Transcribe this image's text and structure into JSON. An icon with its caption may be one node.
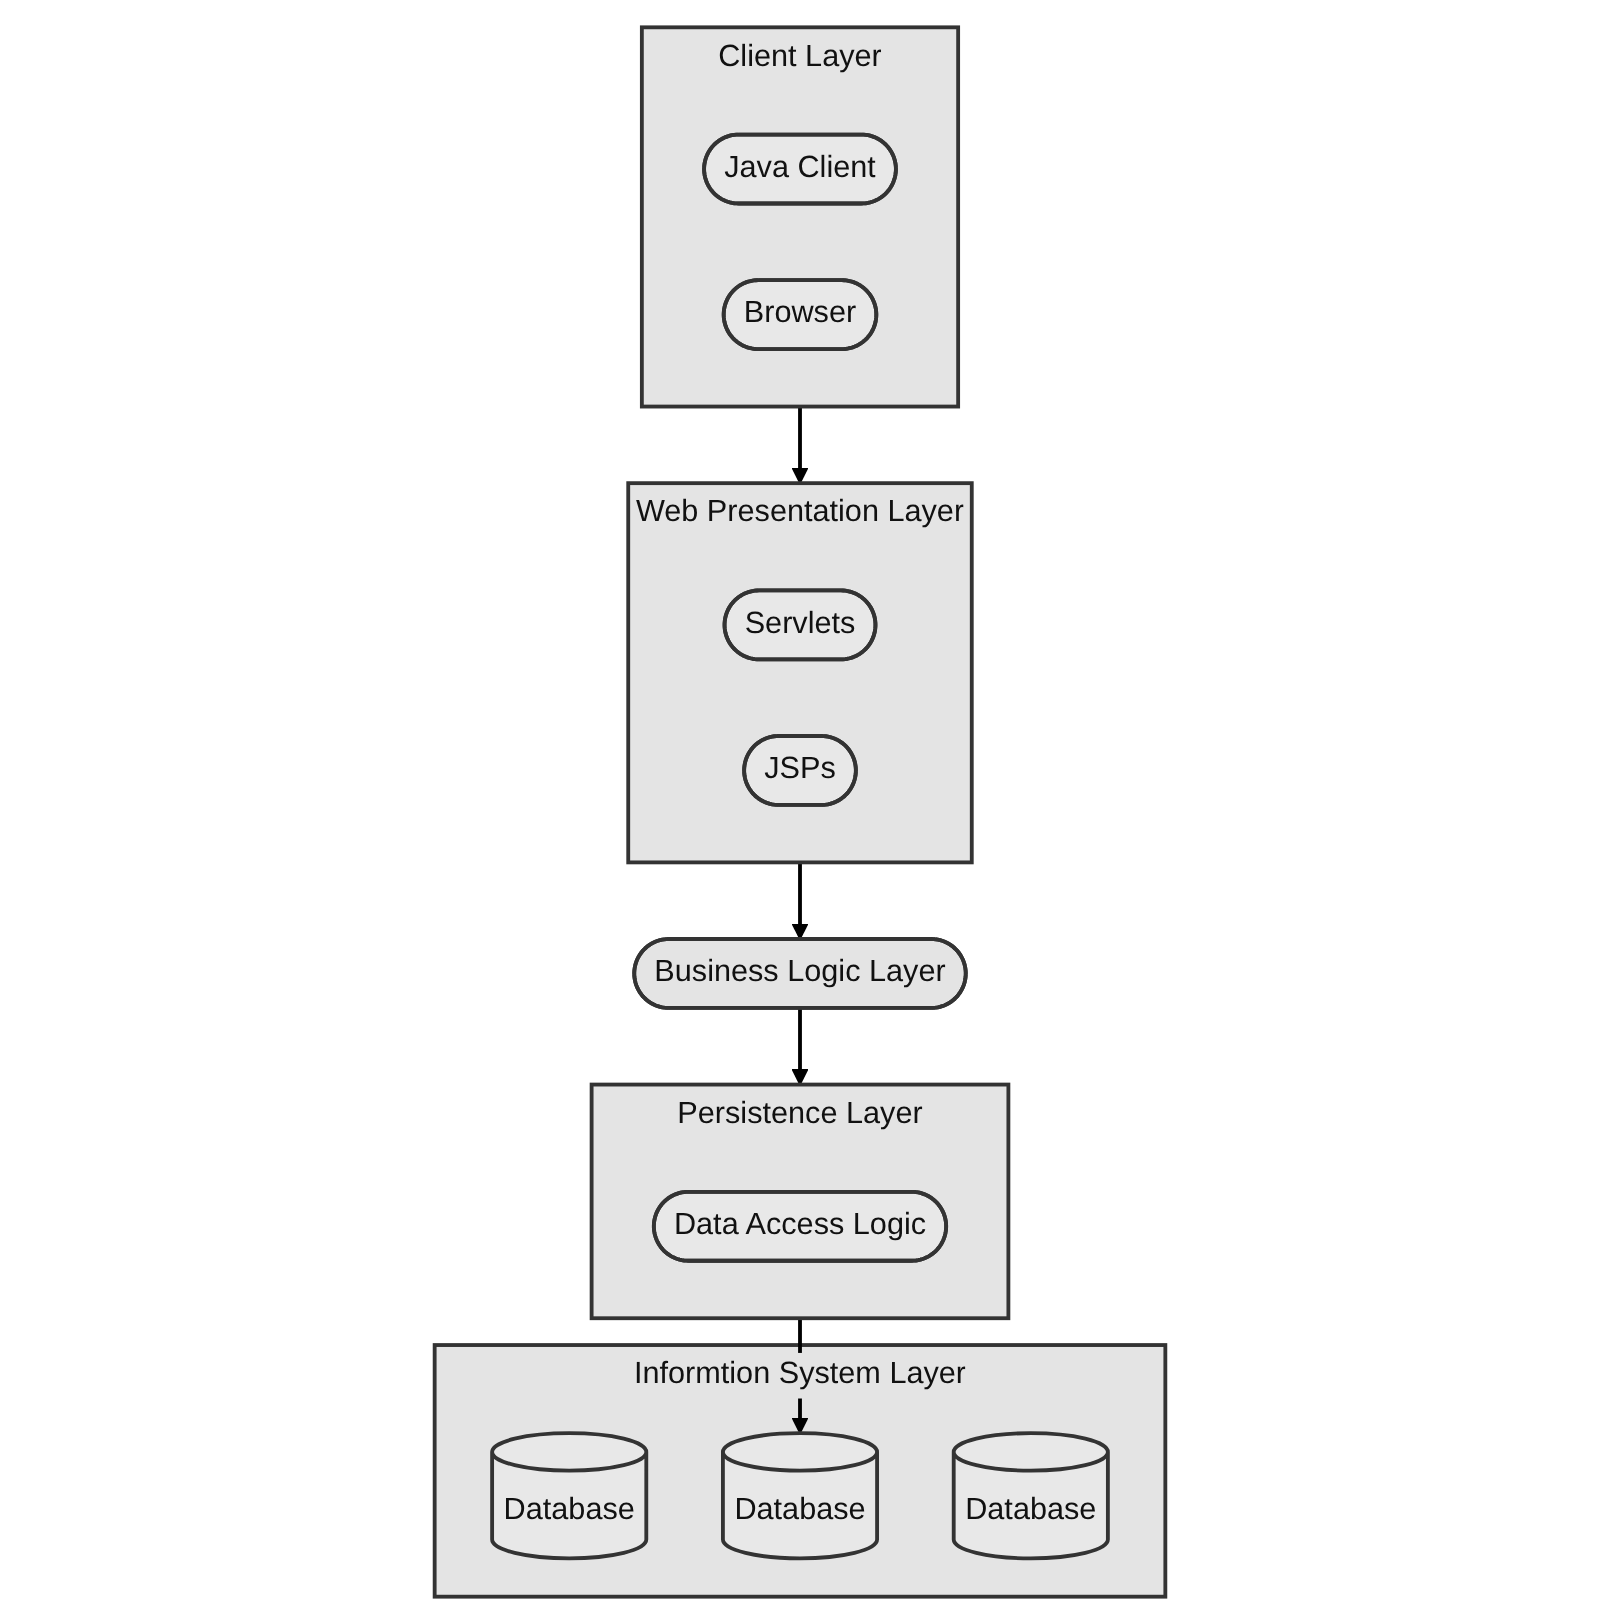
{
  "diagram": {
    "nodes": [
      {
        "text": [
          "Client Layer"
        ]
      },
      {
        "text": [
          "Java Client"
        ],
        "in": 0
      },
      {
        "text": [
          "Browser"
        ],
        "in": 0
      },
      {
        "text": [
          "Web Presentation Layer"
        ]
      },
      {
        "text": [
          "Servlets"
        ],
        "in": 3
      },
      {
        "text": [
          "JSPs"
        ],
        "in": 3
      },
      {
        "text": [
          "Business Logic Layer"
        ]
      },
      {
        "text": [
          "Persistence Layer"
        ]
      },
      {
        "text": [
          "Data Access Logic"
        ],
        "in": 7
      },
      {
        "text": [
          "Informtion System Layer"
        ]
      },
      {
        "text": [
          "Database"
        ],
        "in": 9
      },
      {
        "text": [
          "Database"
        ],
        "in": 9
      },
      {
        "text": [
          "Database"
        ],
        "in": 9
      }
    ],
    "edges": [
      {
        "from": 0,
        "to": 3,
        "arrow": "to"
      },
      {
        "from": 3,
        "to": 6,
        "arrow": "to"
      },
      {
        "from": 6,
        "to": 7,
        "arrow": "to"
      },
      {
        "from": 7,
        "to": 11,
        "arrow": "to"
      }
    ]
  }
}
